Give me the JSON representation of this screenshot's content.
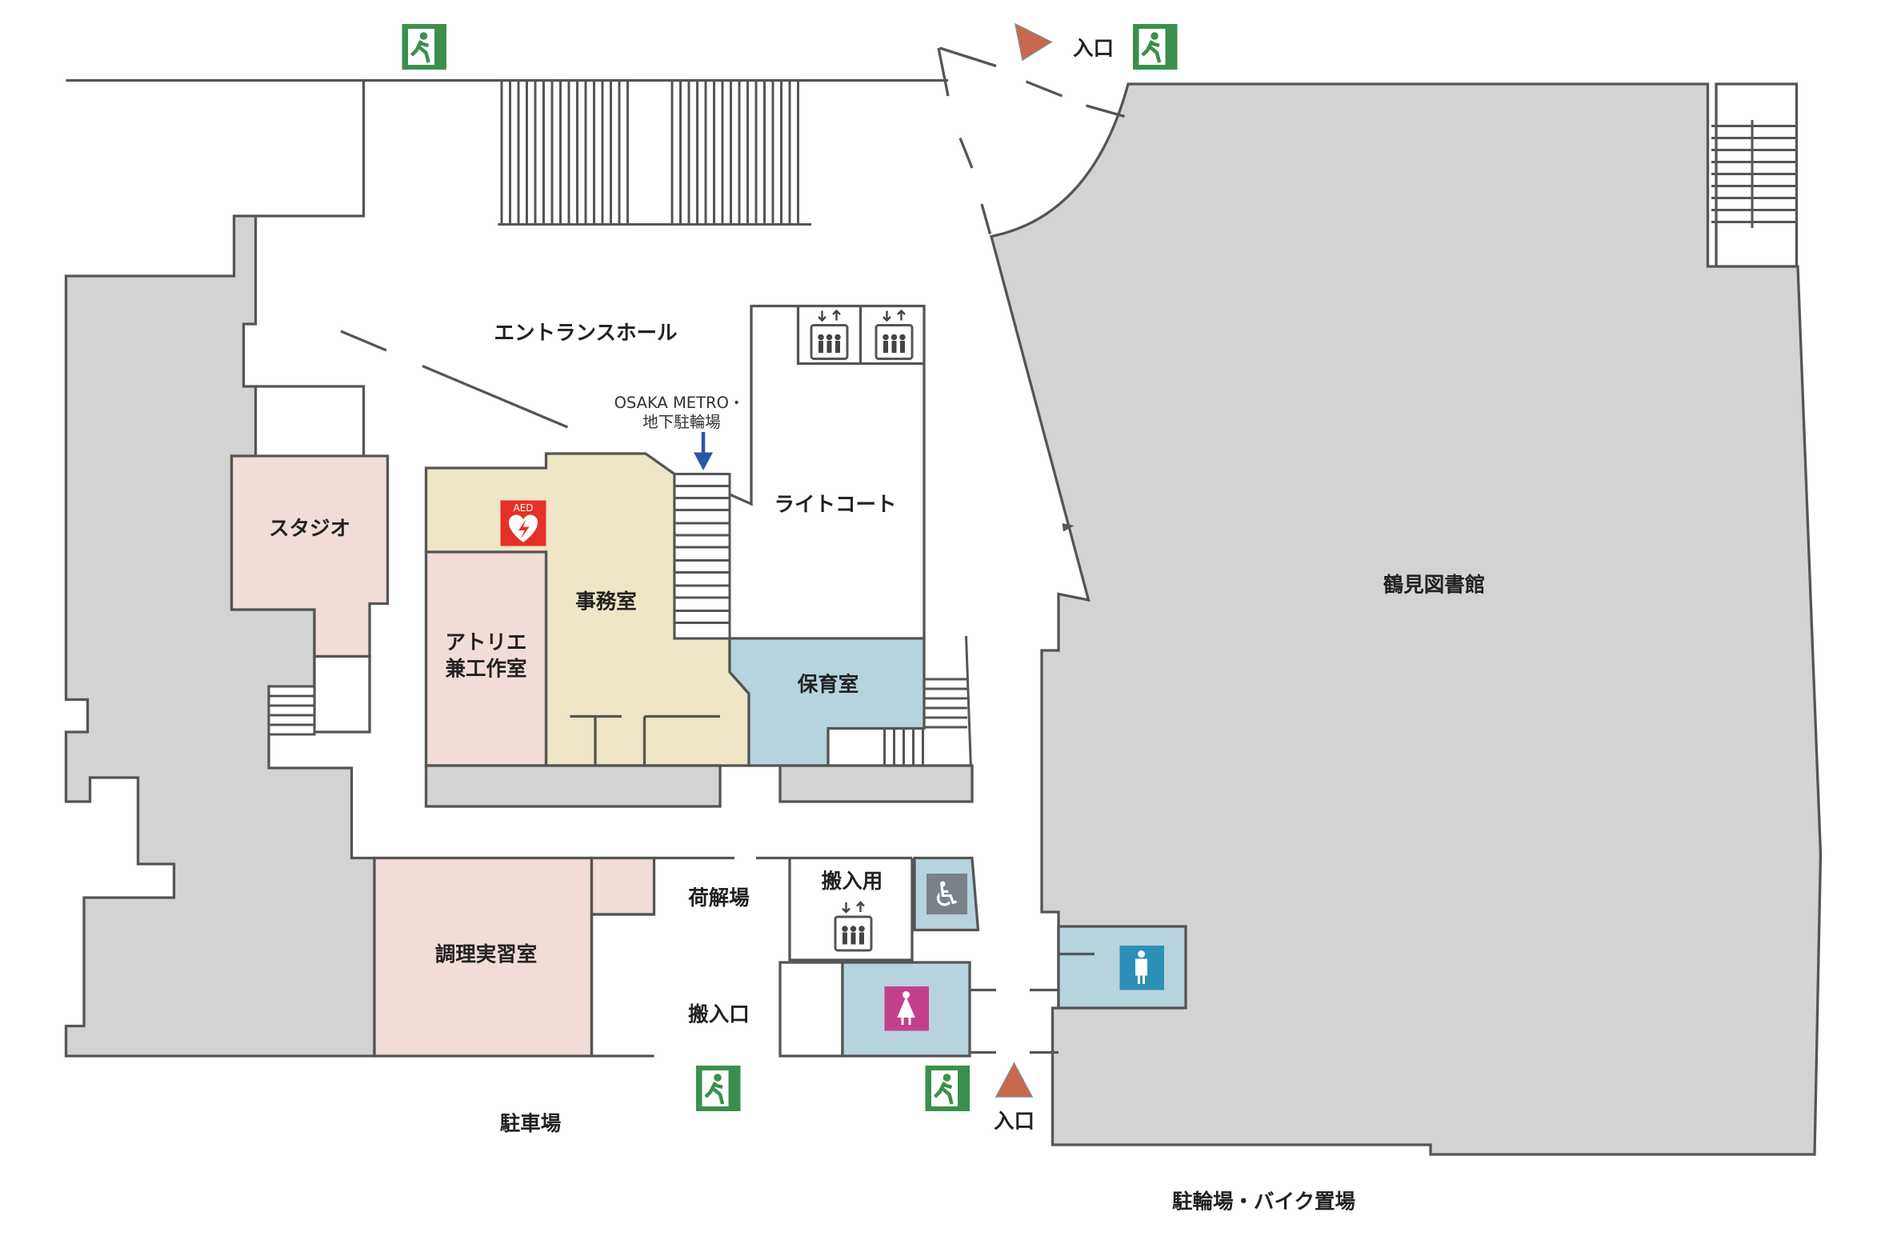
{
  "map": {
    "rooms": {
      "entrance_hall": "エントランスホール",
      "studio": "スタジオ",
      "atelier_line1": "アトリエ",
      "atelier_line2": "兼工作室",
      "office": "事務室",
      "light_court": "ライトコート",
      "nursery": "保育室",
      "library": "鶴見図書館",
      "cooking_room": "調理実習室",
      "loading_area": "荷解場",
      "freight_elevator": "搬入用",
      "loading_entrance": "搬入口",
      "parking": "駐車場",
      "bike_parking": "駐輪場・バイク置場"
    },
    "metro_label_line1": "OSAKA METRO・",
    "metro_label_line2": "地下駐輪場",
    "entrance_label_top": "入口",
    "entrance_label_bottom": "入口",
    "aed_label": "AED",
    "colors": {
      "exit_green": "#3a8f4f",
      "entrance_marker": "#c8684e",
      "arrow_blue": "#2a55a8",
      "womens_toilet": "#c2408a",
      "mens_toilet": "#2d8fb8",
      "accessible_toilet": "#7a8288",
      "aed_red": "#e53027"
    }
  }
}
